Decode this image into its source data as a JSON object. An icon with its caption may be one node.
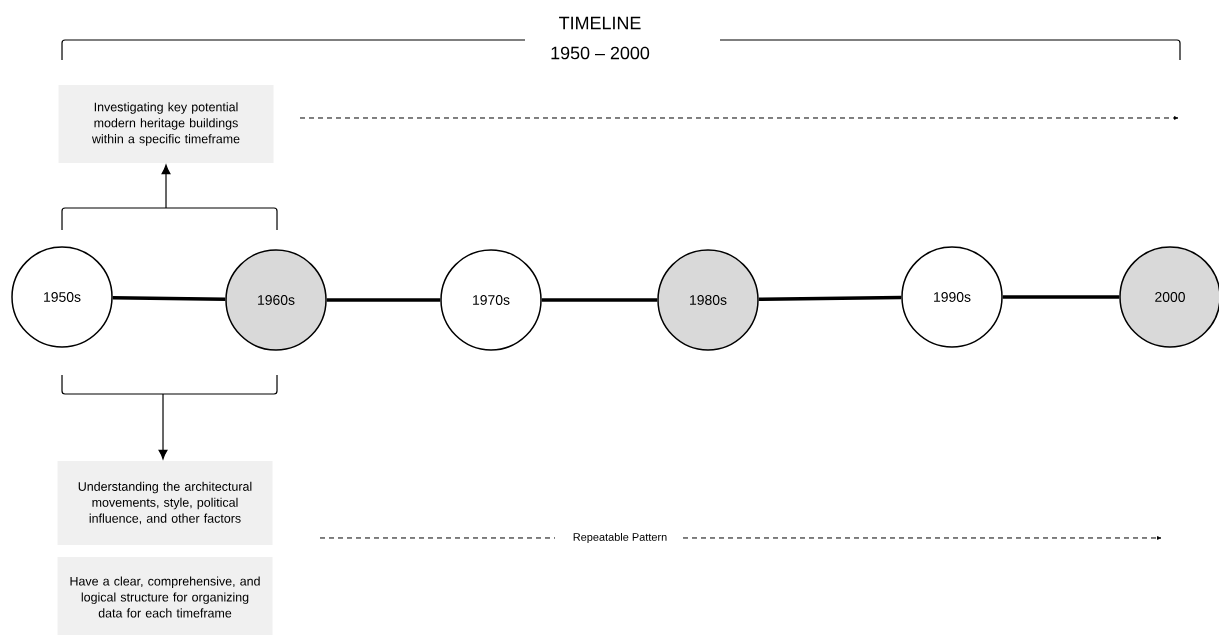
{
  "diagram": {
    "title": "TIMELINE",
    "nodes": [
      {
        "text": [
          "1950s"
        ]
      },
      {
        "text": [
          "1960s"
        ]
      },
      {
        "text": [
          "1970s"
        ]
      },
      {
        "text": [
          "1980s"
        ]
      },
      {
        "text": [
          "1990s"
        ]
      },
      {
        "text": [
          "2000"
        ]
      },
      {
        "text": [
          "Investigating key potential modern heritage buildings within a specific timeframe"
        ]
      },
      {
        "text": [
          "Understanding the architectural movements, style, political influence, and other factors"
        ]
      },
      {
        "text": [
          "Have a clear, comprehensive, and logical structure for organizing data for each timeframe"
        ]
      },
      {
        "text": [],
        "shape": "bracket"
      },
      {
        "text": [],
        "shape": "bracket"
      }
    ],
    "edges": [
      {
        "from": 0,
        "to": 1,
        "arrow": "none"
      },
      {
        "from": 1,
        "to": 2,
        "arrow": "none"
      },
      {
        "from": 2,
        "to": 3,
        "arrow": "none"
      },
      {
        "from": 3,
        "to": 4,
        "arrow": "none"
      },
      {
        "from": 4,
        "to": 5,
        "arrow": "none"
      },
      {
        "from": 9,
        "to": 6,
        "arrow": "to"
      },
      {
        "from": 10,
        "to": 7,
        "arrow": "to"
      }
    ],
    "labels": [
      "1950 – 2000",
      "Repeatable Pattern"
    ]
  }
}
